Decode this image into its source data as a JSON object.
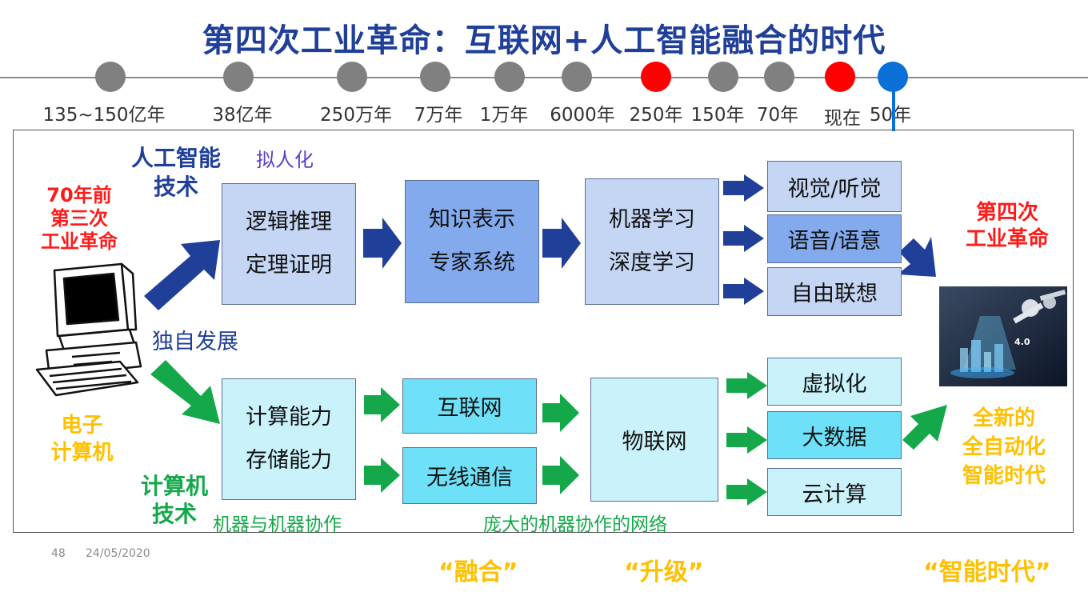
{
  "title": "第四次工业革命：互联网+人工智能融合的时代",
  "timeline": [
    {
      "label": "135~150亿年",
      "color": "#808080"
    },
    {
      "label": "38亿年",
      "color": "#808080"
    },
    {
      "label": "250万年",
      "color": "#808080"
    },
    {
      "label": "7万年",
      "color": "#808080"
    },
    {
      "label": "1万年",
      "color": "#808080"
    },
    {
      "label": "6000年",
      "color": "#808080"
    },
    {
      "label": "250年",
      "color": "#ff0000"
    },
    {
      "label": "150年",
      "color": "#808080"
    },
    {
      "label": "70年",
      "color": "#808080"
    },
    {
      "label": "现在",
      "color": "#ff0000"
    },
    {
      "label": "50年",
      "color": "#0a6fd6"
    }
  ],
  "left": {
    "era_lines": [
      "70年前",
      "第三次",
      "工业革命"
    ],
    "computer_lines": [
      "电子",
      "计算机"
    ],
    "independent": "独自发展"
  },
  "ai": {
    "tech_lines": [
      "人工智能",
      "技术"
    ],
    "note": "拟人化",
    "box1": [
      "逻辑推理",
      "定理证明"
    ],
    "box2": [
      "知识表示",
      "专家系统"
    ],
    "box3": [
      "机器学习",
      "深度学习"
    ],
    "outputs": [
      "视觉/听觉",
      "语音/语意",
      "自由联想"
    ]
  },
  "comp": {
    "tech_lines": [
      "计算机",
      "技术"
    ],
    "box1": [
      "计算能力",
      "存储能力"
    ],
    "box2a": "互联网",
    "box2b": "无线通信",
    "box3": "物联网",
    "outputs": [
      "虚拟化",
      "大数据",
      "云计算"
    ],
    "caption1": "机器与机器协作",
    "caption2": "庞大的机器协作的网络"
  },
  "right": {
    "fourth_lines": [
      "第四次",
      "工业革命"
    ],
    "new_era_lines": [
      "全新的",
      "全自动化",
      "智能时代"
    ],
    "image_badge": "4.0"
  },
  "footer": {
    "page": "48",
    "date": "24/05/2020",
    "q1": "“融合”",
    "q2": "“升级”",
    "q3": "“智能时代”"
  },
  "colors": {
    "ai_arrow": "#1f3f99",
    "comp_arrow": "#14a84a",
    "title": "#1f3f99"
  }
}
